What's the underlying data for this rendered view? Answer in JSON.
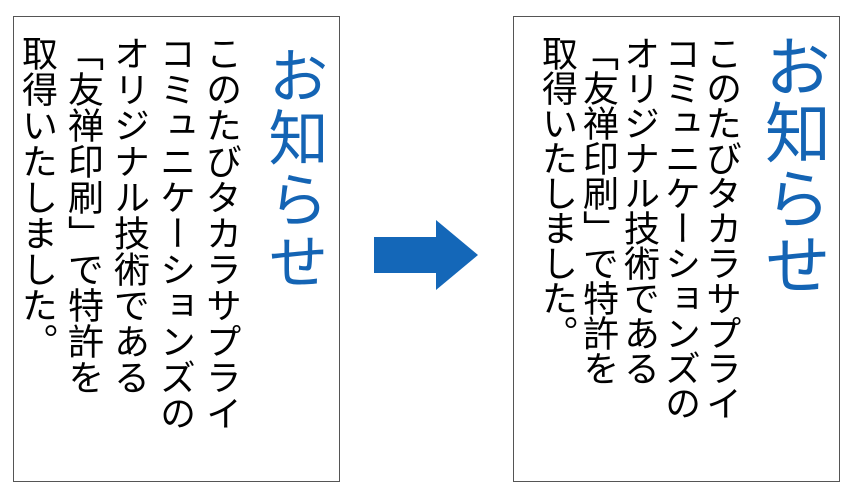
{
  "colors": {
    "title": "#1464b4",
    "body": "#000000",
    "arrow": "#1467b8",
    "border": "#555555"
  },
  "left_panel": {
    "title": "お知らせ",
    "body_lines": "このたびタカラサプライ\nコミュニケーションズの\nオリジナル技術である\n「友禅印刷」で特許を\n取得いたしました。"
  },
  "right_panel": {
    "title": "お知らせ",
    "body_lines": "このたびタカラサプライ\nコミュニケーションズの\nオリジナル技術である\n「友禅印刷」で特許を\n取得いたしました。"
  },
  "arrow_icon": "right-arrow-icon"
}
